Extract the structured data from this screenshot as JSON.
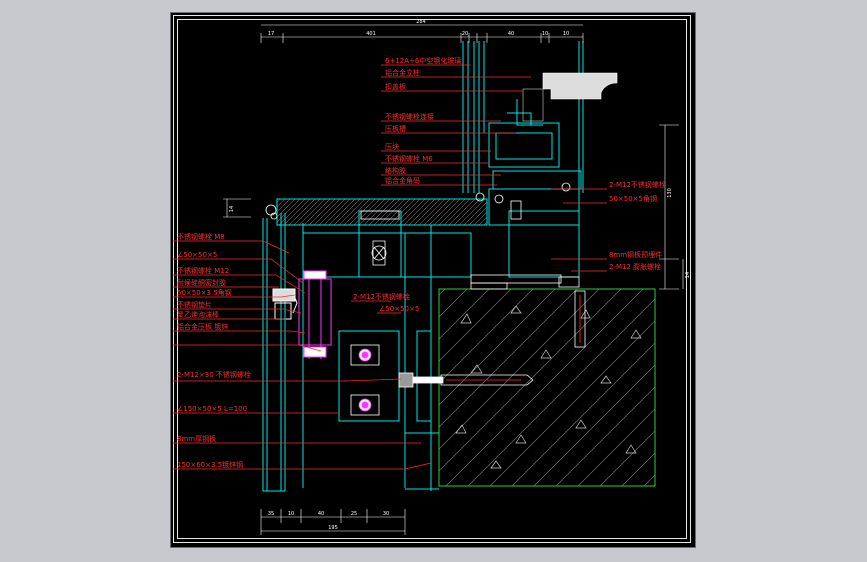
{
  "drawing": {
    "colors": {
      "background": "#000000",
      "outline": "#00e5e5",
      "leader": "#ff2a2a",
      "bolt": "#ff33ff",
      "concrete": "#2ecc40",
      "dimension": "#ffffff",
      "concrete_fill": "#9ccf9c"
    },
    "labels_left": [
      "不锈钢螺栓 M8",
      "∠50×50×5",
      "不锈钢螺栓 M12",
      "耐候硅酮密封胶",
      "50×50×3.5角钢",
      "不锈钢垫片",
      "聚乙烯泡沫棒",
      "铝合金压板 镀锌",
      "2-M12×30 不锈钢螺栓",
      "∠150×50×5 L=100",
      "8mm厚钢板",
      "150×60×3.5镀锌钢"
    ],
    "labels_top": [
      "6+12A+6中空钢化玻璃",
      "铝合金立柱",
      "扣盖板",
      "不锈钢螺栓连接",
      "压板槽",
      "压块",
      "不锈钢螺栓 M6",
      "结构胶",
      "铝合金角码"
    ],
    "labels_center": [
      "2-M12不锈钢螺栓",
      "∠50×50×5"
    ],
    "labels_right": [
      "2-M12不锈钢螺栓",
      "50×50×5角钢",
      "8mm钢板预埋件",
      "2-M12 膨胀螺栓"
    ],
    "dims_top": [
      "17",
      "401",
      "20",
      "40",
      "10",
      "10",
      "284"
    ],
    "dims_bottom": [
      "35",
      "10",
      "40",
      "25",
      "30",
      "195"
    ],
    "dims_right": [
      "130",
      "14"
    ],
    "dims_left": [
      "14"
    ]
  }
}
